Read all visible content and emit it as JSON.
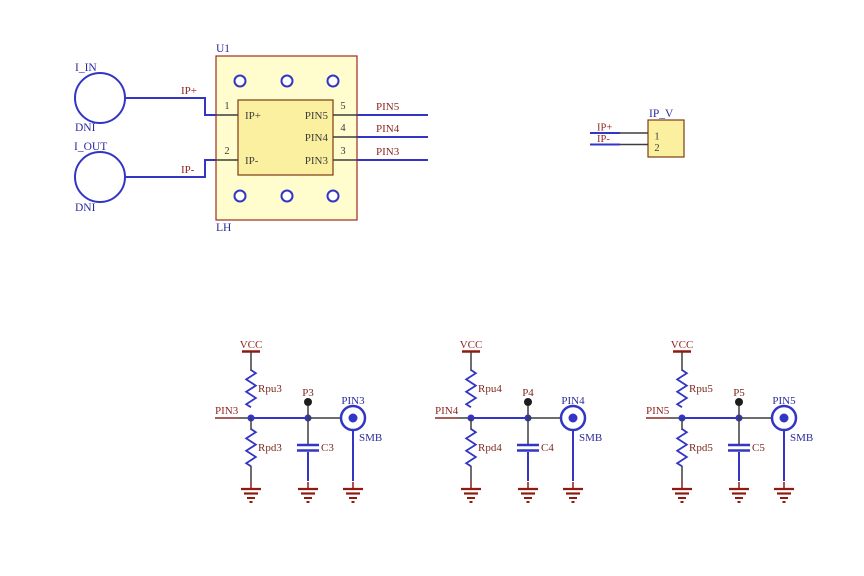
{
  "colors": {
    "wire_blue": "#3336c4",
    "blue_text": "#2b2b9c",
    "net_label_red": "#8e2620",
    "designator_red": "#7c2a1e",
    "symbol_red": "#8e1a10",
    "dark_pin": "#3d3d3d",
    "outer_body_fill": "#fffccd",
    "outer_body_border": "#9c2c1c",
    "inner_body_fill": "#fbf0a0",
    "inner_body_border": "#7d3c14"
  },
  "input_connectors": {
    "top": {
      "designator": "I_IN",
      "note": "DNI",
      "net_label": "IP+"
    },
    "bottom": {
      "designator": "I_OUT",
      "note": "DNI",
      "net_label": "IP-"
    }
  },
  "main_part": {
    "designator": "U1",
    "label_below": "LH",
    "pin_names": {
      "p1": "IP+",
      "p2": "IP-",
      "p3": "PIN3",
      "p4": "PIN4",
      "p5": "PIN5"
    },
    "pin_numbers": {
      "p1": "1",
      "p2": "2",
      "p3": "3",
      "p4": "4",
      "p5": "5"
    },
    "right_net_labels": {
      "pin5": "PIN5",
      "pin4": "PIN4",
      "pin3": "PIN3"
    }
  },
  "header_part": {
    "designator": "IP_V",
    "pin1": "1",
    "pin2": "2",
    "net1": "IP+",
    "net2": "IP-"
  },
  "circuits": [
    {
      "power": "VCC",
      "pullup": "Rpu3",
      "pulldown": "Rpd3",
      "net": "PIN3",
      "testpoint": "P3",
      "cap": "C3",
      "conn_net": "PIN3",
      "conn_type": "SMB"
    },
    {
      "power": "VCC",
      "pullup": "Rpu4",
      "pulldown": "Rpd4",
      "net": "PIN4",
      "testpoint": "P4",
      "cap": "C4",
      "conn_net": "PIN4",
      "conn_type": "SMB"
    },
    {
      "power": "VCC",
      "pullup": "Rpu5",
      "pulldown": "Rpd5",
      "net": "PIN5",
      "testpoint": "P5",
      "cap": "C5",
      "conn_net": "PIN5",
      "conn_type": "SMB"
    }
  ]
}
